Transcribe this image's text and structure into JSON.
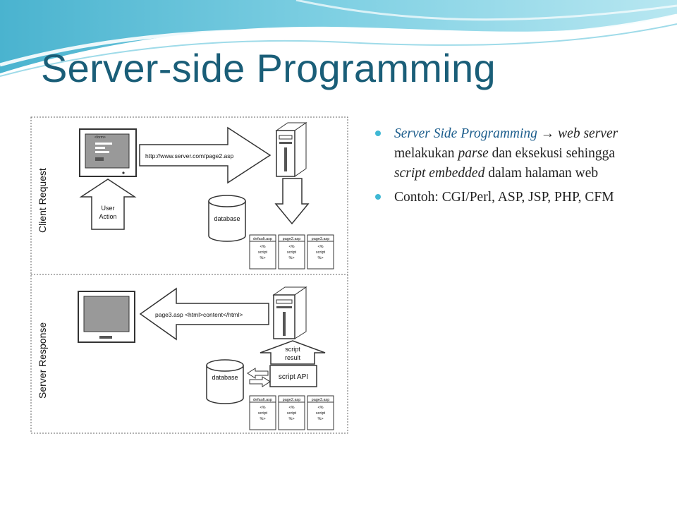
{
  "slide": {
    "title": "Server-side Programming"
  },
  "diagram": {
    "client_request_label": "Client Request",
    "server_response_label": "Server Response",
    "request_url": "http://www.server.com/page2.asp",
    "form_tag": "<form>",
    "user_action_line1": "User",
    "user_action_line2": "Action",
    "database_label_top": "database",
    "database_label_bottom": "database",
    "response_text": "page3.asp <html>content</html>",
    "script_result_line1": "script",
    "script_result_line2": "result",
    "script_api": "script API",
    "pages_top": [
      {
        "name": "default.asp",
        "l1": "<%",
        "l2": "script",
        "l3": "%>"
      },
      {
        "name": "page2.asp",
        "l1": "<%",
        "l2": "script",
        "l3": "%>"
      },
      {
        "name": "page3.asp",
        "l1": "<%",
        "l2": "script",
        "l3": "%>"
      }
    ],
    "pages_bottom": [
      {
        "name": "default.asp",
        "l1": "<%",
        "l2": "script",
        "l3": "%>"
      },
      {
        "name": "page2.asp",
        "l1": "<%",
        "l2": "script",
        "l3": "%>"
      },
      {
        "name": "page3.asp",
        "l1": "<%",
        "l2": "script",
        "l3": "%>"
      }
    ]
  },
  "bullets": {
    "b1_term": "Server Side Programming",
    "b1_arrow": "→",
    "b1_web_server": "web server",
    "b1_text1": "melakukan",
    "b1_parse": "parse",
    "b1_text2": "dan eksekusi sehingga",
    "b1_script_embedded": "script embedded",
    "b1_text3": "dalam halaman web",
    "b2": "Contoh: CGI/Perl, ASP, JSP, PHP, CFM"
  },
  "colors": {
    "title": "#1a5e78",
    "bullet_dot": "#3fb8d4",
    "highlight": "#1c5d8c"
  }
}
